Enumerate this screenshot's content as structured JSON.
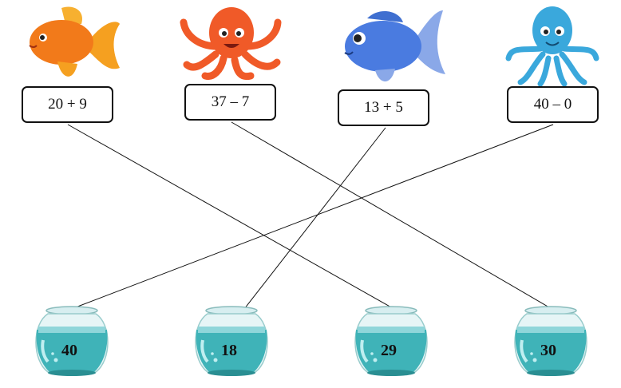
{
  "expressions": [
    {
      "label": "20 + 9",
      "creature": "goldfish-icon",
      "answer": "29"
    },
    {
      "label": "37 – 7",
      "creature": "octopus-orange-icon",
      "answer": "30"
    },
    {
      "label": "13 + 5",
      "creature": "bluefish-icon",
      "answer": "18"
    },
    {
      "label": "40 – 0",
      "creature": "octopus-blue-icon",
      "answer": "40"
    }
  ],
  "bowls": [
    {
      "label": "40"
    },
    {
      "label": "18"
    },
    {
      "label": "29"
    },
    {
      "label": "30"
    }
  ],
  "colors": {
    "water": "#3fb3b8",
    "glass": "#d7eef0",
    "line": "#111111"
  }
}
